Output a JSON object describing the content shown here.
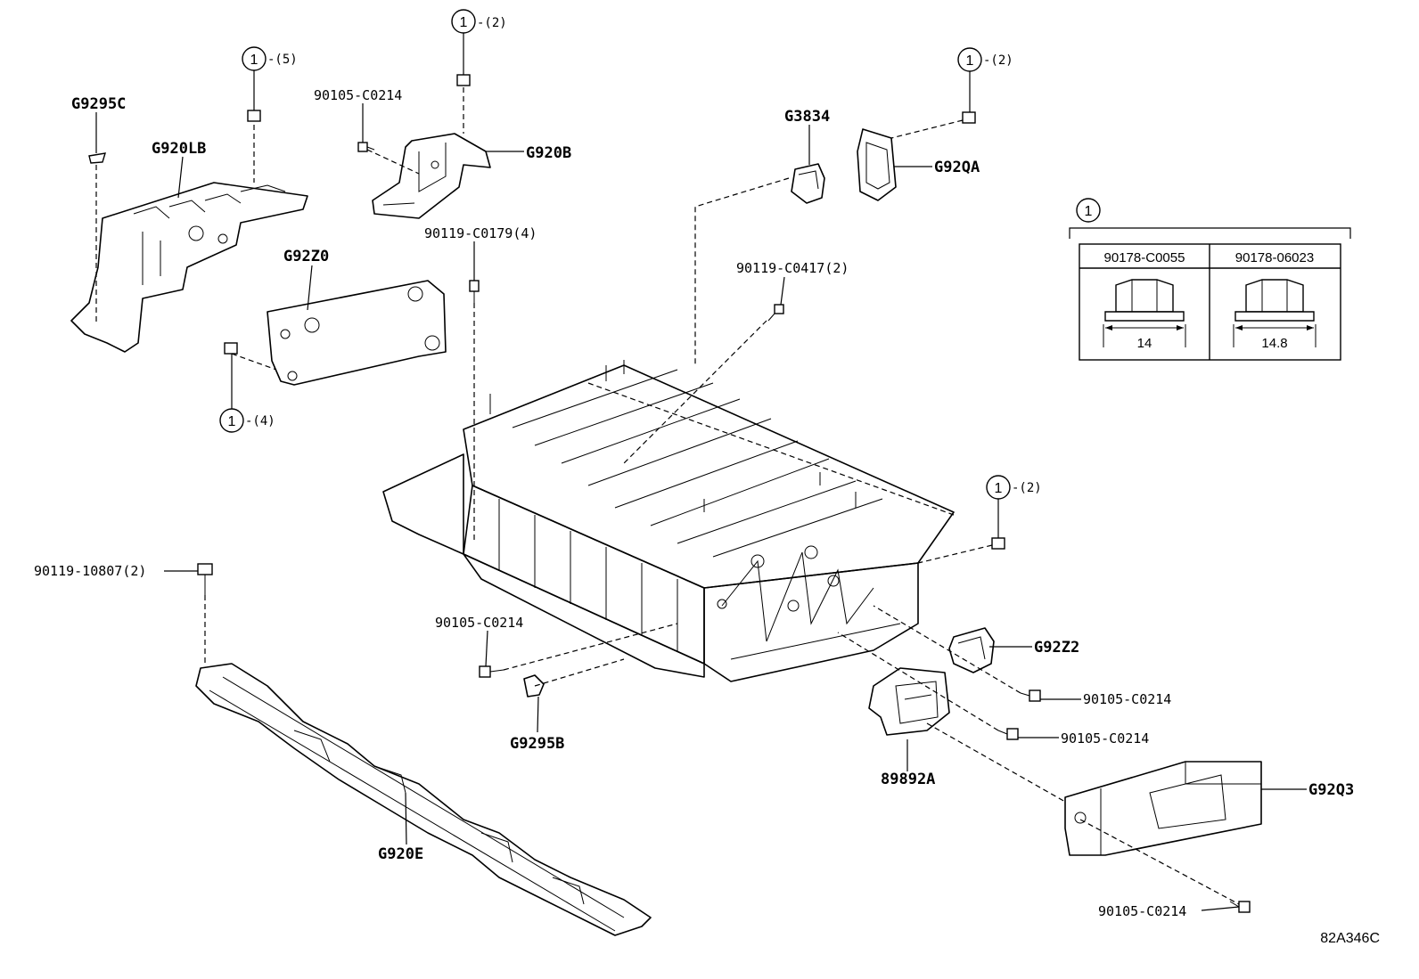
{
  "diagram_code": "82A346C",
  "parts": {
    "g9295c": "G9295C",
    "g920lb": "G920LB",
    "g920b": "G920B",
    "g92z0": "G92Z0",
    "g3834": "G3834",
    "g92qa": "G92QA",
    "g92z2": "G92Z2",
    "g9295b": "G9295B",
    "g920e": "G920E",
    "p89892a": "89892A",
    "g92q3": "G92Q3"
  },
  "fasteners": {
    "bolt_0214_a": "90105-C0214",
    "bolt_0179": "90119-C0179(4)",
    "bolt_0417": "90119-C0417(2)",
    "bolt_10807": "90119-10807(2)",
    "bolt_0214_b": "90105-C0214",
    "bolt_0214_c": "90105-C0214",
    "bolt_0214_d": "90105-C0214",
    "bolt_0214_e": "90105-C0214"
  },
  "callouts": {
    "symbol": "1",
    "q5": "-(5)",
    "q2_top": "-(2)",
    "q2_right": "-(2)",
    "q4": "-(4)",
    "q2_mid": "-(2)"
  },
  "nut_table": {
    "symbol": "1",
    "columns": [
      {
        "part_no": "90178-C0055",
        "width": "14"
      },
      {
        "part_no": "90178-06023",
        "width": "14.8"
      }
    ]
  }
}
